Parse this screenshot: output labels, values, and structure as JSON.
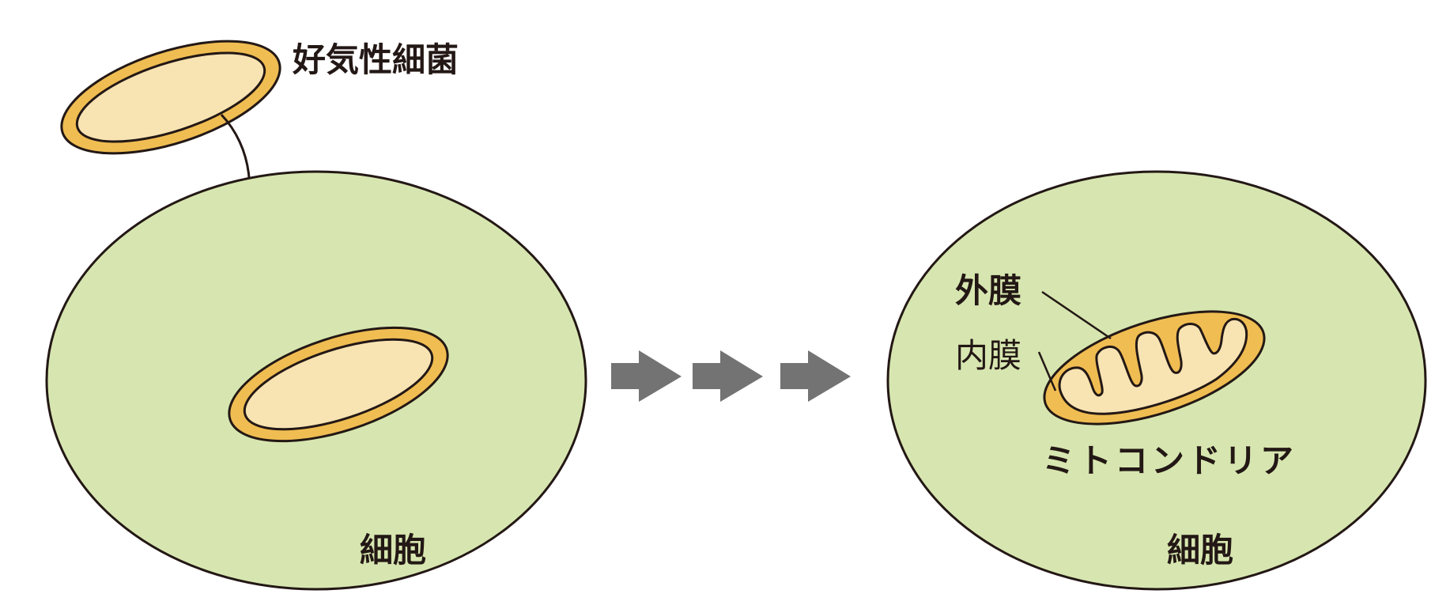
{
  "labels": {
    "bacterium": "好気性細菌",
    "cell_left": "細胞",
    "cell_right": "細胞",
    "outer_membrane": "外膜",
    "inner_membrane": "内膜",
    "mitochondria": "ミトコンドリア"
  },
  "colors": {
    "cell_fill": "#d7e6b0",
    "outline": "#231815",
    "membrane_outer": "#f0bd52",
    "membrane_inner": "#f8e3b3",
    "arrow": "#737373",
    "background": "#ffffff"
  },
  "arrow_count": 3
}
